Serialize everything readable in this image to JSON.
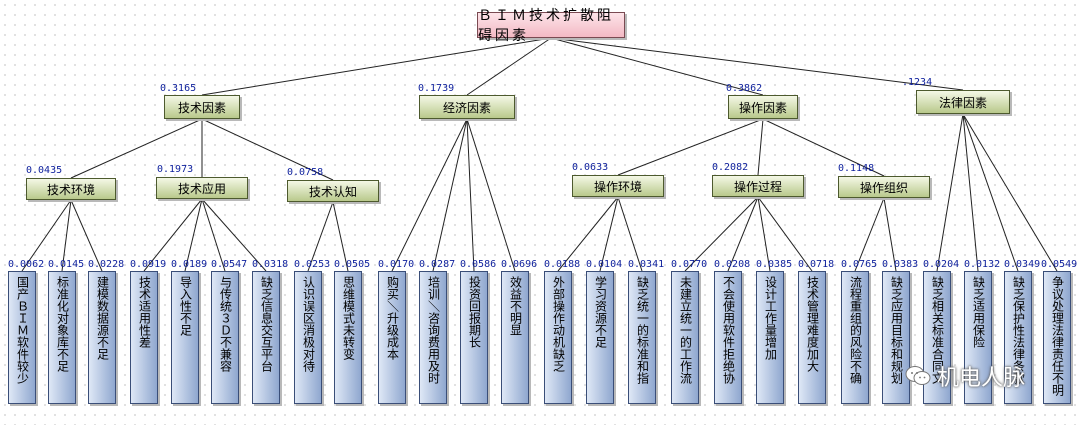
{
  "root": {
    "label": "ＢＩＭ技术扩散阻碍因素"
  },
  "categories": [
    {
      "label": "技术因素",
      "weight": "0.3165",
      "subs": [
        {
          "label": "技术环境",
          "weight": "0.0435",
          "leaves": [
            {
              "label": "国产ＢＩＭ软件较少",
              "weight": "0.0062"
            },
            {
              "label": "标准化对象库不足",
              "weight": "0.0145"
            },
            {
              "label": "建模数据源不足",
              "weight": "0.0228"
            }
          ]
        },
        {
          "label": "技术应用",
          "weight": "0.1973",
          "leaves": [
            {
              "label": "技术适用性差",
              "weight": "0.0919"
            },
            {
              "label": "导入性不足",
              "weight": "0.0189"
            },
            {
              "label": "与传统３Ｄ不兼容",
              "weight": "0.0547"
            },
            {
              "label": "缺乏信息交互平台",
              "weight": "0.0318"
            }
          ]
        },
        {
          "label": "技术认知",
          "weight": "0.0758",
          "leaves": [
            {
              "label": "认识误区消极对待",
              "weight": "0.0253"
            },
            {
              "label": "思维模式未转变",
              "weight": "0.0505"
            }
          ]
        }
      ]
    },
    {
      "label": "经济因素",
      "weight": "0.1739",
      "leaves": [
        {
          "label": "购买＼升级成本",
          "weight": "0.0170"
        },
        {
          "label": "培训＼咨询费用及时",
          "weight": "0.0287"
        },
        {
          "label": "投资回报期长",
          "weight": "0.0586"
        },
        {
          "label": "效益不明显",
          "weight": "0.0696"
        }
      ]
    },
    {
      "label": "操作因素",
      "weight": "0.3862",
      "subs": [
        {
          "label": "操作环境",
          "weight": "0.0633",
          "leaves": [
            {
              "label": "外部操作动机缺乏",
              "weight": "0.0188"
            },
            {
              "label": "学习资源不足",
              "weight": "0.0104"
            },
            {
              "label": "缺乏统一的标准和指",
              "weight": "0.0341"
            }
          ]
        },
        {
          "label": "操作过程",
          "weight": "0.2082",
          "leaves": [
            {
              "label": "未建立统一的工作流",
              "weight": "0.0770"
            },
            {
              "label": "不会使用软件拒绝协",
              "weight": "0.0208"
            },
            {
              "label": "设计工作量增加",
              "weight": "0.0385"
            },
            {
              "label": "技术管理难度加大",
              "weight": "0.0718"
            }
          ]
        },
        {
          "label": "操作组织",
          "weight": "0.1148",
          "leaves": [
            {
              "label": "流程重组的风险不确",
              "weight": "0.0765"
            },
            {
              "label": "缺乏应用目标和规划",
              "weight": "0.0383"
            }
          ]
        }
      ]
    },
    {
      "label": "法律因素",
      "weight": ".1234",
      "leaves": [
        {
          "label": "缺乏相关标准合同文",
          "weight": "0.0204"
        },
        {
          "label": "缺乏适用保险",
          "weight": "0.0132"
        },
        {
          "label": "缺乏保护性法律条款",
          "weight": "0.0349"
        },
        {
          "label": "争议处理法律责任不明",
          "weight": "0.0549"
        }
      ]
    }
  ],
  "watermark": {
    "text": "机电人脉"
  }
}
